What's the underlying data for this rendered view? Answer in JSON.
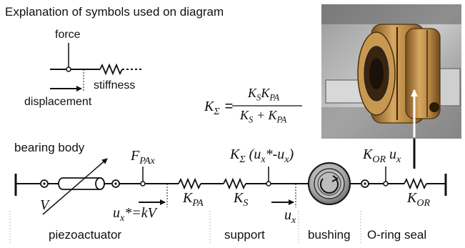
{
  "legend": {
    "title": "Explanation of symbols used on diagram",
    "force": "force",
    "stiffness": "stiffness",
    "displacement": "displacement"
  },
  "formula": {
    "lhs_main": "K",
    "lhs_sub": "Σ",
    "eq": "=",
    "num": [
      "K",
      "S",
      "K",
      "PA"
    ],
    "den": [
      "K",
      "S",
      " + K",
      "PA"
    ]
  },
  "labels": {
    "bearing_body": "bearing body",
    "V": "V",
    "F_main": "F",
    "F_sub": "PAx",
    "ux_star": "u",
    "ux_star_sub": "x",
    "ux_star_rest": "*=kV",
    "K_PA_main": "K",
    "K_PA_sub": "PA",
    "K_S_main": "K",
    "K_S_sub": "S",
    "Ksig_main": "K",
    "Ksig_sub": "Σ",
    "Ksig_rest": " (u",
    "Ksig_x1": "x",
    "Ksig_rest2": "*-u",
    "Ksig_x2": "x",
    "Ksig_close": ")",
    "ux_main": "u",
    "ux_sub": "x",
    "KOR_main": "K",
    "KOR_sub": "OR",
    "KOR_u": " u",
    "KOR_x": "x",
    "KOR2_main": "K",
    "KOR2_sub": "OR"
  },
  "sections": {
    "piezoactuator": "piezoactuator",
    "support": "support",
    "bushing": "bushing",
    "oring": "O-ring seal"
  },
  "colors": {
    "line": "#111111",
    "bronze": "#b98a45",
    "bronze_dark": "#6e4a1e",
    "bushing_fill": "#a9a9a9"
  }
}
